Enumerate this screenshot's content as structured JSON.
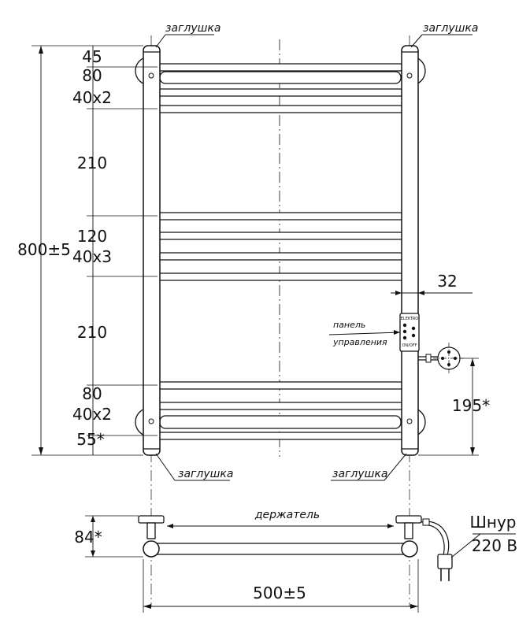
{
  "callouts": {
    "plug_top_left": "заглушка",
    "plug_top_right": "заглушка",
    "plug_bottom_left": "заглушка",
    "plug_bottom_right": "заглушка",
    "panel_line1": "панель",
    "panel_line2": "управления",
    "holder": "держатель",
    "cord_line1": "Шнур",
    "cord_line2": "220 В"
  },
  "dimensions": {
    "overall_height": "800±5",
    "top_offset": "45",
    "step_80_top": "80",
    "pitch_40x2_top": "40x2",
    "gap_210_upper": "210",
    "step_120": "120",
    "pitch_40x3": "40x3",
    "gap_210_lower": "210",
    "step_80_bottom": "80",
    "pitch_40x2_bottom": "40x2",
    "bottom_offset": "55*",
    "column_diameter": "32",
    "cord_height": "195*",
    "wall_distance": "84*",
    "overall_width": "500±5"
  },
  "panel": {
    "brand": "ELEKTRO",
    "button": "ON/OFF"
  }
}
